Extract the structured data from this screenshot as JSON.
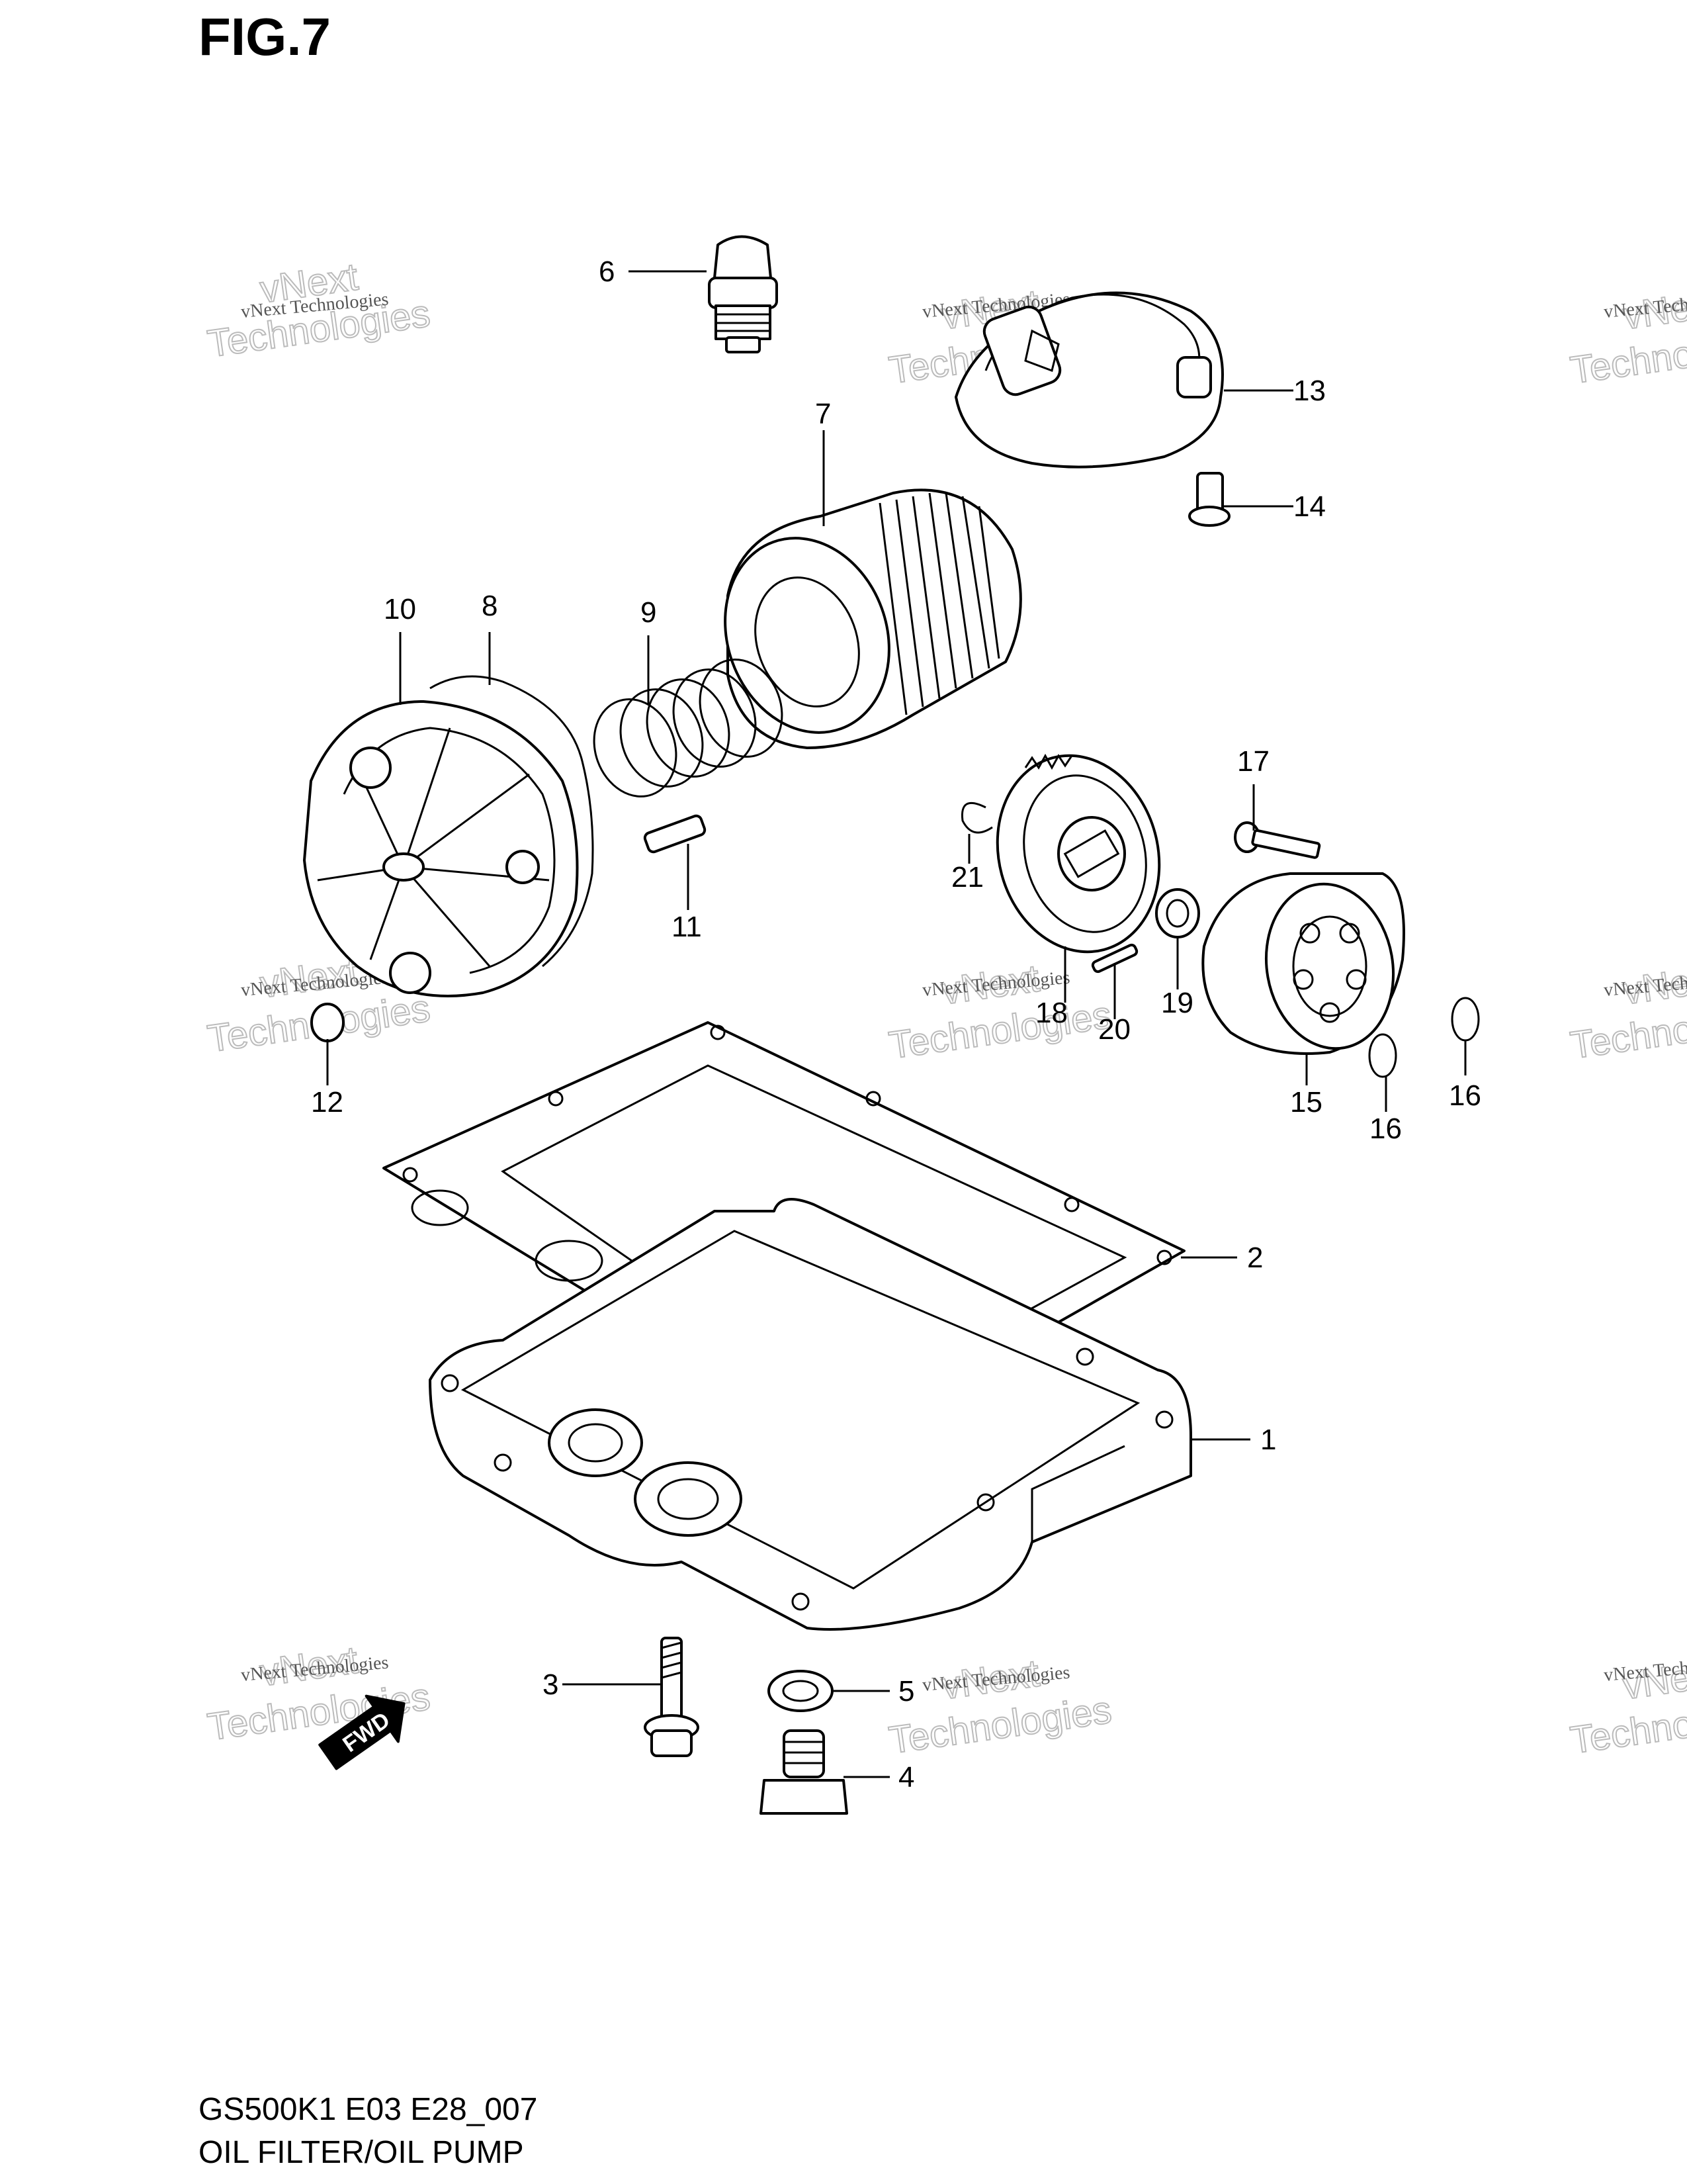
{
  "figure": {
    "title": "FIG.7",
    "code": "GS500K1 E03 E28_007",
    "name": "OIL FILTER/OIL PUMP"
  },
  "watermark": {
    "small": "vNext Technologies",
    "top": "vNext",
    "bottom": "Technologies"
  },
  "fwd_label": "FWD",
  "callouts": [
    {
      "id": "callout-1",
      "label": "1"
    },
    {
      "id": "callout-2",
      "label": "2"
    },
    {
      "id": "callout-3",
      "label": "3"
    },
    {
      "id": "callout-4",
      "label": "4"
    },
    {
      "id": "callout-5",
      "label": "5"
    },
    {
      "id": "callout-6",
      "label": "6"
    },
    {
      "id": "callout-7",
      "label": "7"
    },
    {
      "id": "callout-8",
      "label": "8"
    },
    {
      "id": "callout-9",
      "label": "9"
    },
    {
      "id": "callout-10",
      "label": "10"
    },
    {
      "id": "callout-11",
      "label": "11"
    },
    {
      "id": "callout-12",
      "label": "12"
    },
    {
      "id": "callout-13",
      "label": "13"
    },
    {
      "id": "callout-14",
      "label": "14"
    },
    {
      "id": "callout-15",
      "label": "15"
    },
    {
      "id": "callout-16a",
      "label": "16"
    },
    {
      "id": "callout-16b",
      "label": "16"
    },
    {
      "id": "callout-17",
      "label": "17"
    },
    {
      "id": "callout-18",
      "label": "18"
    },
    {
      "id": "callout-19",
      "label": "19"
    },
    {
      "id": "callout-20",
      "label": "20"
    },
    {
      "id": "callout-21",
      "label": "21"
    }
  ]
}
